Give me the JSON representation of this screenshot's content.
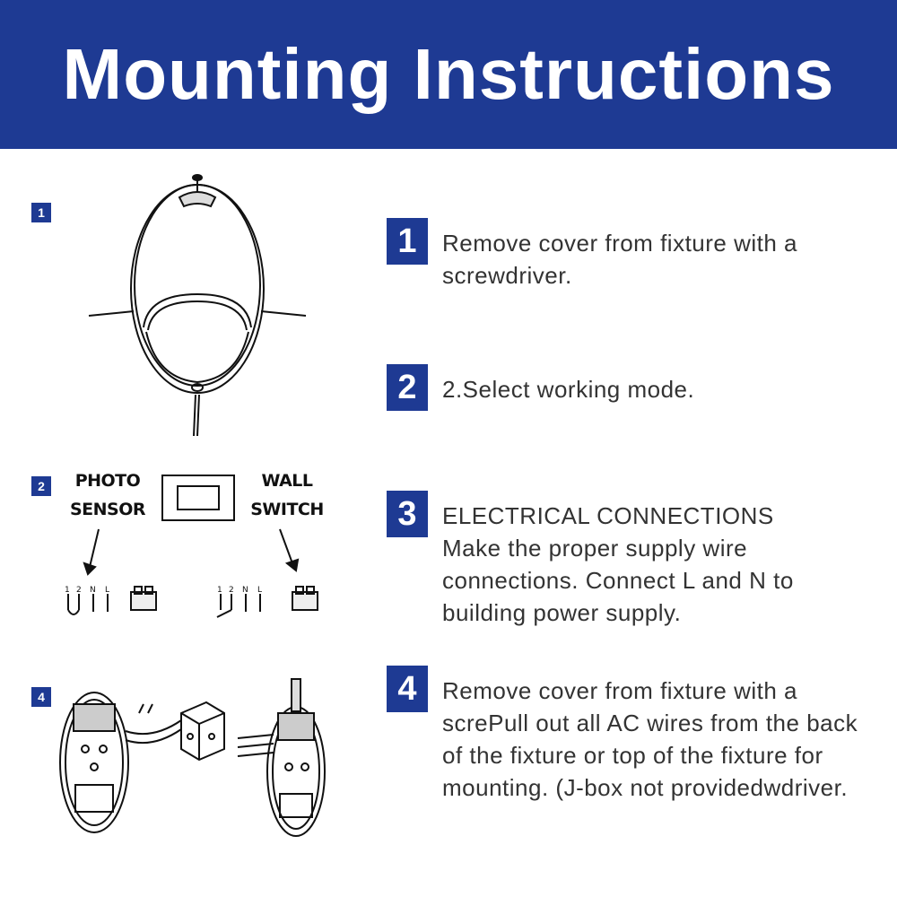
{
  "header": {
    "title": "Mounting Instructions"
  },
  "figures": {
    "fig1_badge": "1",
    "fig2_badge": "2",
    "fig4_badge": "4",
    "photo_label_line1": "PHOTO",
    "photo_label_line2": "SENSOR",
    "wall_label_line1": "WALL",
    "wall_label_line2": "SWITCH",
    "terminal_labels": [
      "1",
      "2",
      "N",
      "L"
    ]
  },
  "steps": [
    {
      "number": "1",
      "text": "Remove cover from fixture with a screwdriver."
    },
    {
      "number": "2",
      "text": "2.Select working mode."
    },
    {
      "number": "3",
      "text": "ELECTRICAL CONNECTIONS\nMake the proper supply wire connections. Connect L and N to building power supply."
    },
    {
      "number": "4",
      "text": "Remove cover from fixture with a screPull out all AC wires from the back of the fixture or top of the fixture for mounting. (J-box not providedwdriver."
    }
  ],
  "colors": {
    "brand_blue": "#1e3a93",
    "text_gray": "#333333"
  }
}
